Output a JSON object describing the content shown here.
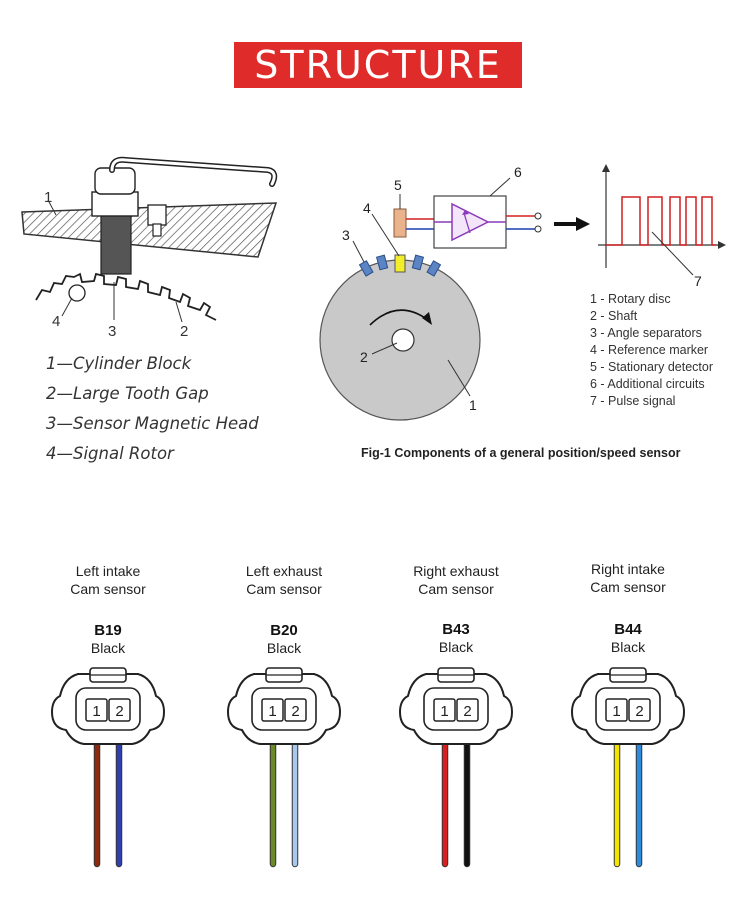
{
  "banner": {
    "title": "STRUCTURE",
    "color": "#e02b2b"
  },
  "left_diagram": {
    "callouts": [
      "1",
      "2",
      "3",
      "4"
    ],
    "legend": [
      "1—Cylinder Block",
      "2—Large Tooth Gap",
      "3—Sensor Magnetic Head",
      "4—Signal Rotor"
    ]
  },
  "right_diagram": {
    "callouts": [
      "1",
      "2",
      "3",
      "4",
      "5",
      "6",
      "7"
    ],
    "legend": [
      "1 - Rotary disc",
      "2 - Shaft",
      "3 - Angle separators",
      "4 - Reference marker",
      "5 - Stationary detector",
      "6 - Additional circuits",
      "7 - Pulse signal"
    ],
    "caption": "Fig-1 Components of a general position/speed sensor"
  },
  "connectors": [
    {
      "title_line1": "Left intake",
      "title_line2": "Cam sensor",
      "code": "B19",
      "color_label": "Black",
      "pins": [
        "1",
        "2"
      ],
      "wire_colors": [
        "#8b2a0f",
        "#2f3fb0"
      ]
    },
    {
      "title_line1": "Left exhaust",
      "title_line2": "Cam sensor",
      "code": "B20",
      "color_label": "Black",
      "pins": [
        "1",
        "2"
      ],
      "wire_colors": [
        "#6a8a2a",
        "#a9c8ee"
      ]
    },
    {
      "title_line1": "Right exhaust",
      "title_line2": "Cam sensor",
      "code": "B43",
      "color_label": "Black",
      "pins": [
        "1",
        "2"
      ],
      "wire_colors": [
        "#d92020",
        "#111111"
      ]
    },
    {
      "title_line1": "Right intake",
      "title_line2": "Cam sensor",
      "code": "B44",
      "color_label": "Black",
      "pins": [
        "1",
        "2"
      ],
      "wire_colors": [
        "#f5e400",
        "#2f8be0"
      ]
    }
  ]
}
